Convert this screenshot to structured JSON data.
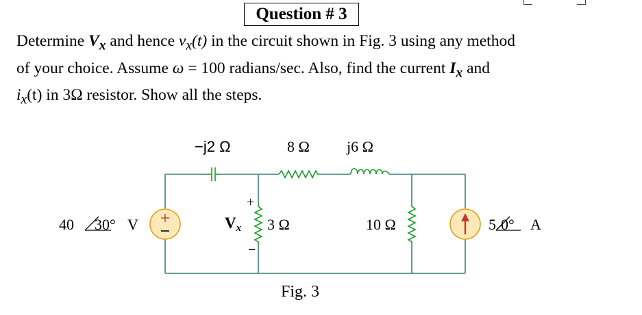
{
  "question": {
    "title": "Question # 3",
    "line1": {
      "a": "Determine ",
      "Vx_base": "V",
      "Vx_sub": "x",
      "b": " and hence ",
      "vx_base": "v",
      "vx_sub": "x",
      "vx_arg": "(t)",
      "c": " in the circuit shown in Fig. 3 using any method"
    },
    "line2": {
      "a": "of your choice.  Assume ",
      "omega": "ω",
      "b": " = 100 radians/sec. Also, find the current ",
      "Ix_base": "I",
      "Ix_sub": "x",
      "c": " and"
    },
    "line3": {
      "ix_base": "i",
      "ix_sub": "x",
      "ix_arg": "(t)",
      "rest": " in 3Ω resistor. Show all the steps."
    }
  },
  "circuit": {
    "capacitor_label": "−j2 Ω",
    "resistor_8_label": "8 Ω",
    "inductor_label": "j6 Ω",
    "resistor_3_label": "3 Ω",
    "resistor_10_label": "10 Ω",
    "voltage_source": {
      "magnitude": "40",
      "angle": "30°",
      "unit": "V"
    },
    "current_source": {
      "magnitude": "5",
      "angle": "0°",
      "unit": "A"
    },
    "vx_label_base": "V",
    "vx_label_sub": "x",
    "plus_sign": "+",
    "minus_sign": "−",
    "caption": "Fig. 3",
    "colors": {
      "wire": "#3d7f7f",
      "component": "#1a9a2a",
      "source_fill": "#fde9b8",
      "source_outline": "#e2a020",
      "text": "#000000"
    }
  }
}
